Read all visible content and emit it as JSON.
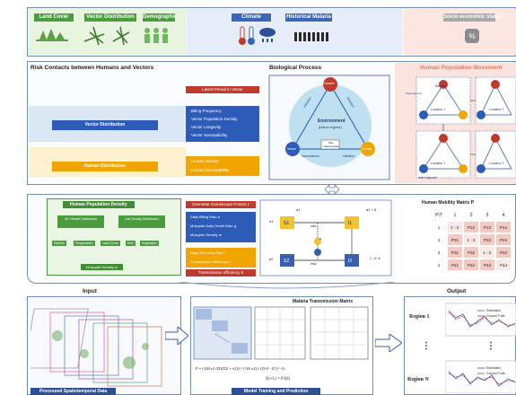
{
  "top": {
    "env_labels": [
      "Land Cover",
      "Vector Distribution",
      "Demographic"
    ],
    "climate_label": "Climate",
    "historical_label": "Historical Malaria",
    "socio_label": "Socio-economic status"
  },
  "risk": {
    "title": "Risk Contacts between Humans and Vectors",
    "latent_label": "Latent Period in Vector",
    "vector_distribution": "Vector Distribution",
    "vector_items": [
      "Biting Frequency",
      "Vector Population Density",
      "Vector Longevity",
      "Vector Susceptibility"
    ],
    "human_distribution": "Human Distribution",
    "human_items": [
      "Human Density",
      "Human Susceptibility"
    ]
  },
  "bio": {
    "title": "Biological Process",
    "center_label": "Environment",
    "center_sub": "(latent regime)",
    "node_top": "Parasite",
    "node_left": "Vector",
    "node_right": "Human",
    "bite_label": "Bite Transmission",
    "arc_left": "Infection",
    "arc_right": "Infection",
    "trans_left": "Transmission",
    "trans_right": "infection"
  },
  "mobility": {
    "title": "Human Population Movement",
    "location1": "Location 1",
    "location2": "Location 2",
    "between_label": "Between",
    "intra_label": "Intra-regional",
    "inter_label": "Inter-regional"
  },
  "middle": {
    "pop_density": "Human Population Density",
    "sub_left": "Air Climate Distribution",
    "sub_right": "Lan Density Distribution",
    "small_items": [
      "Rainfall",
      "Temperature",
      "Land Cover",
      "Elev",
      "Vegetation"
    ],
    "mosquito_density": "Mosquito Density w",
    "red_box": "Overstate Gametocyte Protect z",
    "blue_items": [
      "Daily Biting Rate a",
      "Mosquito Daily Death Rate g",
      "Mosquito Density m"
    ],
    "red_box2": "Transmission efficiency b",
    "orange_items": [
      "Days Recovery Rate r",
      "Transmission efficiency c"
    ],
    "matrix_title": "Human Mobility Matrix P",
    "matrix_header": [
      "P\\T",
      "1",
      "2",
      "3",
      "4"
    ],
    "matrix_rows": [
      [
        "1",
        "1 - Σ",
        "P12",
        "P13",
        "P14"
      ],
      [
        "2",
        "P21",
        "1 - Σ",
        "P23",
        "P24"
      ],
      [
        "3",
        "P31",
        "P32",
        "1 - Σ",
        "P34"
      ],
      [
        "4",
        "P41",
        "P42",
        "P43",
        "P44"
      ]
    ],
    "model_labels": {
      "d1": "d1",
      "d1d": "d1 + d",
      "b1": "b1",
      "b2": "b2",
      "I1": "I1",
      "I2": "I2",
      "S1": "S1",
      "S2": "S2",
      "mbeta1": "mb1",
      "mbeta2": "mb2",
      "alpha": "a",
      "one_minus": "1 - e^-b"
    }
  },
  "bottom": {
    "input_title": "Input",
    "input_caption": "Processed Spatiotemporal Data",
    "matrix_title": "Malaria Transmission Matrix",
    "eq1": "P = (AM e2 (D2(D2 + e2))^-1 AE e2) (-(D^0 - E1)^-1)",
    "eq2": "I(t+1) = P I(t)",
    "caption_center": "Model Training and Prediction",
    "output_title": "Output",
    "region1": "Region 1",
    "regionN": "Region N",
    "legend_est": "Estimated",
    "legend_gt": "Ground Truth"
  },
  "colors": {
    "blue": "#2d5bb8",
    "orange": "#f1a500",
    "red": "#c0392b",
    "green": "#2e8b3a",
    "pink_bg": "#fde7e3",
    "green_bg": "#eaf5e3",
    "blue_bg": "#e4ecf8",
    "gray": "#9a9a9a"
  }
}
